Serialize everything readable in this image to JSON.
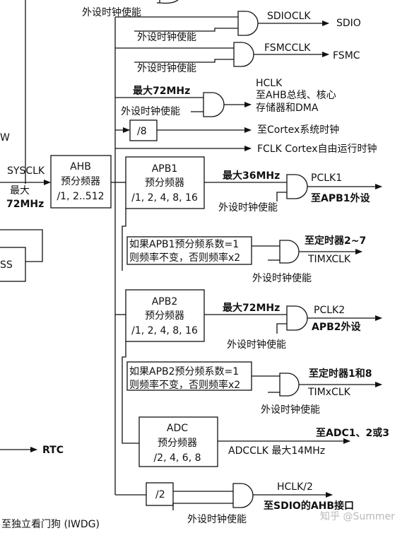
{
  "enable_label": "外设时钟使能",
  "top_clip": {
    "label": "外设时钟使能"
  },
  "sdio": {
    "clk": "SDIOCLK",
    "out": "SDIO"
  },
  "fsmc": {
    "clk": "FSMCCLK",
    "out": "FSMC"
  },
  "hclk": {
    "max": "最大72MHz",
    "out_line1": "HCLK",
    "out_line2": "至AHB总线、核心",
    "out_line3": "存储器和DMA"
  },
  "div8": {
    "label": "/8",
    "out": "至Cortex系统时钟"
  },
  "fclk": {
    "label": "FCLK Cortex自由运行时钟"
  },
  "left": {
    "w": "W",
    "sysclk": "SYSCLK",
    "max_line1": "最大",
    "max_line2": "72MHz",
    "css": "SS",
    "rtc": "RTC",
    "iwdg": "至独立看门狗 (IWDG)"
  },
  "ahb": {
    "line1": "AHB",
    "line2": "预分频器",
    "line3": "/1, 2..512"
  },
  "apb1": {
    "line1": "APB1",
    "line2": "预分频器",
    "line3": "/1, 2, 4, 8, 16",
    "max": "最大36MHz",
    "out": "PCLK1",
    "dest": "至APB1外设",
    "mult_line1": "如果APB1预分频系数=1",
    "mult_line2": "则频率不变，否则频率x2",
    "timer_dest": "至定时器2~7",
    "timer_clk": "TIMXCLK"
  },
  "apb2": {
    "line1": "APB2",
    "line2": "预分频器",
    "line3": "/1, 2, 4, 8, 16",
    "max": "最大72MHz",
    "out": "PCLK2",
    "dest": "APB2外设",
    "mult_line1": "如果APB2预分频系数=1",
    "mult_line2": "则频率不变，否则频率x2",
    "timer_dest": "至定时器1和8",
    "timer_clk": "TIMxCLK"
  },
  "adc": {
    "line1": "ADC",
    "line2": "预分频器",
    "line3": "/2, 4, 6, 8",
    "dest": "至ADC1、2或3",
    "clk": "ADCCLK 最大14MHz"
  },
  "div2": {
    "label": "/2",
    "out_line1": "HCLK/2",
    "out_line2": "至SDIO的AHB接口"
  },
  "watermark": "知乎 @Summer"
}
